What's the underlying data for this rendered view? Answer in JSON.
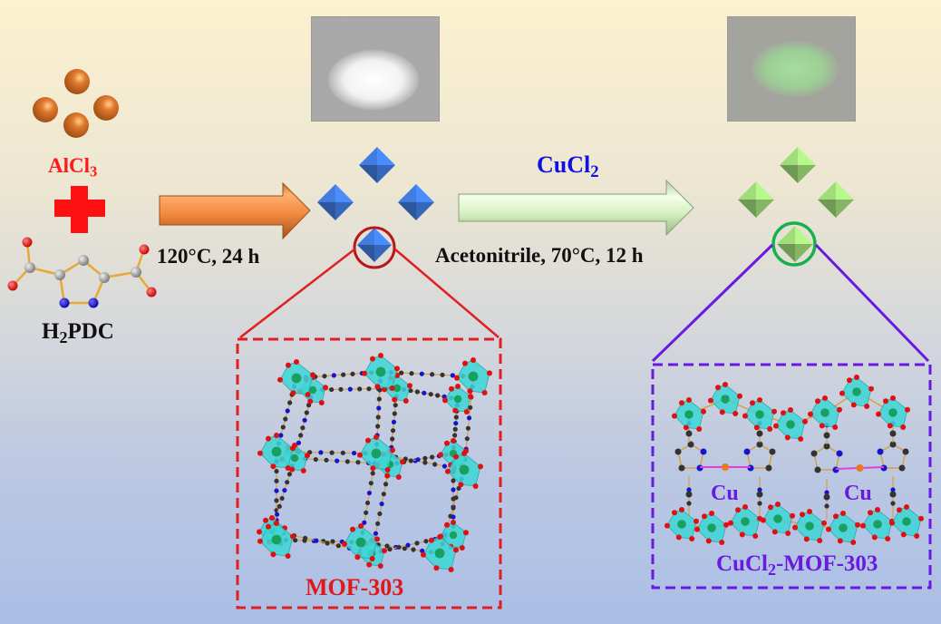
{
  "reactants": {
    "metal_salt": {
      "name": "AlCl",
      "subscript": "3",
      "color": "#ff1a1a"
    },
    "plus_symbol_color": "#ff1010",
    "linker": {
      "name_prefix": "H",
      "subscript": "2",
      "name_suffix": "PDC",
      "color": "#111111"
    }
  },
  "step1": {
    "condition": "120°C, 24 h",
    "arrow_color": "#f28a3c"
  },
  "step2": {
    "reagent_prefix": "CuCl",
    "reagent_subscript": "2",
    "reagent_color": "#1010e0",
    "condition": "Acetonitrile, 70°C, 12 h",
    "arrow_color": "#d8f0c0"
  },
  "product1": {
    "label": "MOF-303",
    "label_color": "#e01818",
    "crystal_color": "#3a6cc4",
    "photo_description": "white powder"
  },
  "product2": {
    "label_prefix": "CuCl",
    "label_subscript": "2",
    "label_suffix": "-MOF-303",
    "label_color": "#6a1ae0",
    "crystal_color": "#8cbf6a",
    "photo_description": "green powder",
    "cu_label": "Cu"
  },
  "colors": {
    "al_polyhedra": "#3cd6d6",
    "oxygen": "#e01010",
    "carbon": "#333333",
    "nitrogen": "#1515d0",
    "copper": "#e87a20",
    "magnify_red": "#e02020",
    "magnify_green": "#18b04c",
    "magnify_purple": "#6a1ae0"
  }
}
